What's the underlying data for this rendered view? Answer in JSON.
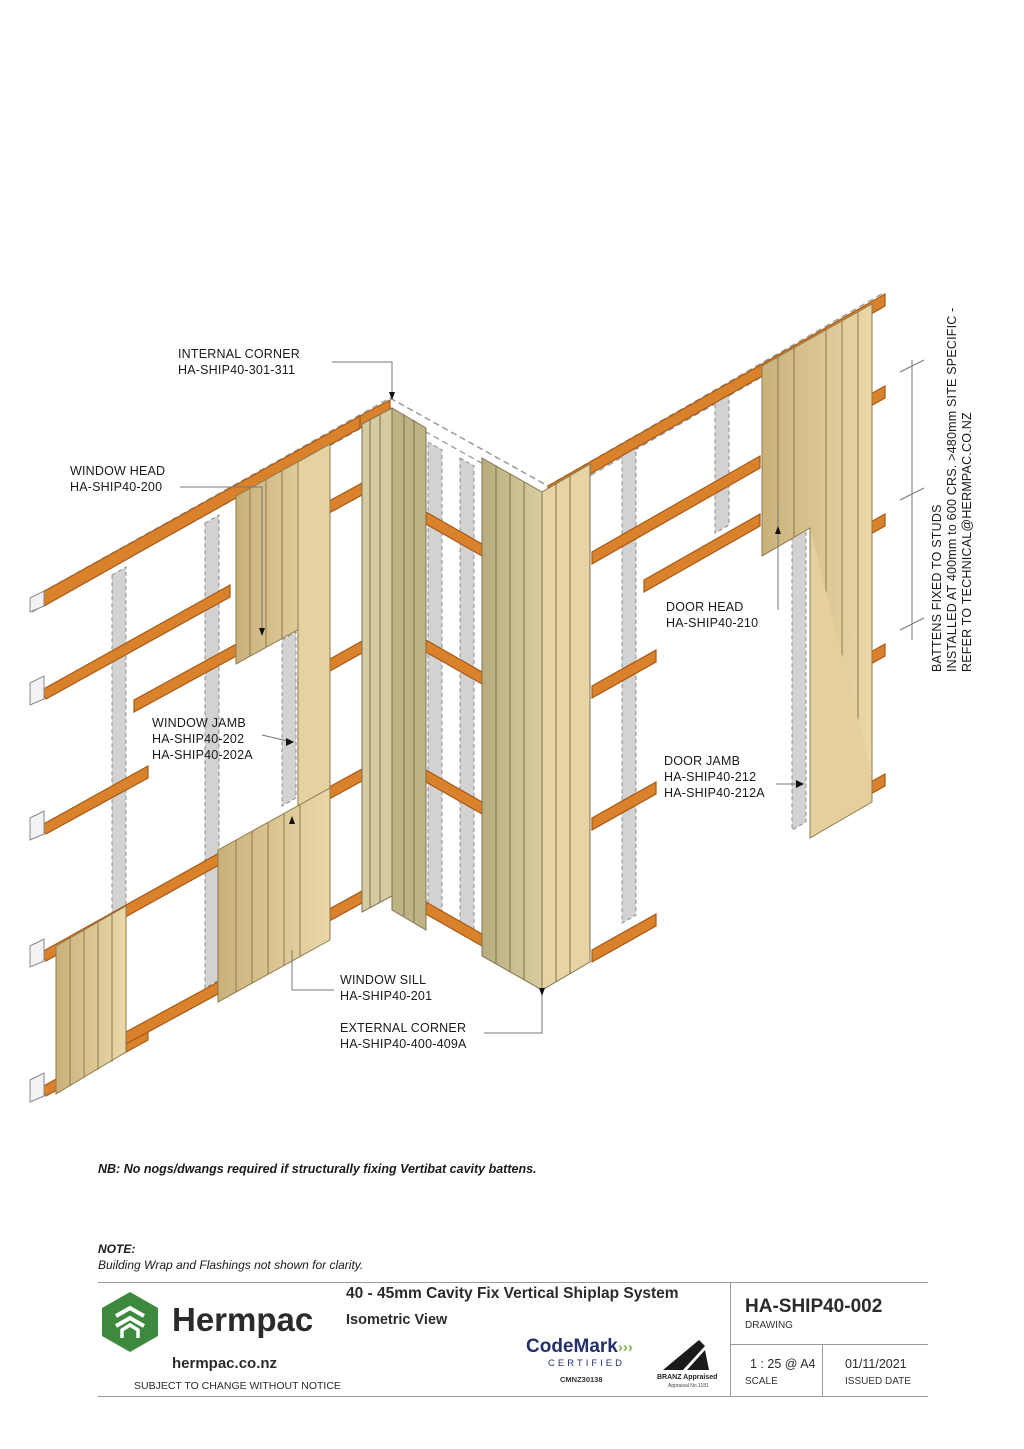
{
  "callouts": {
    "internal_corner": {
      "title": "INTERNAL CORNER",
      "code": "HA-SHIP40-301-311"
    },
    "window_head": {
      "title": "WINDOW HEAD",
      "code": "HA-SHIP40-200"
    },
    "window_jamb": {
      "title": "WINDOW JAMB",
      "code": "HA-SHIP40-202",
      "code2": "HA-SHIP40-202A"
    },
    "window_sill": {
      "title": "WINDOW SILL",
      "code": "HA-SHIP40-201"
    },
    "external_corner": {
      "title": "EXTERNAL CORNER",
      "code": "HA-SHIP40-400-409A"
    },
    "door_head": {
      "title": "DOOR HEAD",
      "code": "HA-SHIP40-210"
    },
    "door_jamb": {
      "title": "DOOR JAMB",
      "code": "HA-SHIP40-212",
      "code2": "HA-SHIP40-212A"
    }
  },
  "batten_note": {
    "line1": "BATTENS FIXED TO STUDS",
    "line2": "INSTALLED AT 400mm to 600 CRS. >480mm SITE SPECIFIC -",
    "line3": "REFER TO TECHNICAL@HERMPAC.CO.NZ"
  },
  "nb": "NB: No nogs/dwangs required if structurally fixing Vertibat cavity battens.",
  "note": {
    "heading": "NOTE:",
    "text": "Building Wrap and Flashings not shown for clarity."
  },
  "title_block": {
    "brand": "Hermpac",
    "website": "hermpac.co.nz",
    "subject": "SUBJECT TO CHANGE WITHOUT NOTICE",
    "title": "40 - 45mm Cavity Fix Vertical Shiplap System",
    "subtitle": "Isometric View",
    "codemark": "CodeMark",
    "codemark_sub": "CERTIFIED",
    "codemark_no": "CMNZ30138",
    "branz": "BRANZ Appraised",
    "branz_no": "Appraisal No.1181",
    "drawing_no": "HA-SHIP40-002",
    "drawing_label": "DRAWING",
    "scale": "1 : 25 @ A4",
    "scale_label": "SCALE",
    "date": "01/11/2021",
    "date_label": "ISSUED DATE"
  },
  "colors": {
    "batten": "#d9822b",
    "batten_dark": "#a65a17",
    "cladding": "#e8d4a4",
    "cladding_dark": "#c9b27f",
    "corner_flashing": "#cbbf95",
    "stud": "#c9c9c9",
    "brand_green": "#3d8a3e"
  }
}
